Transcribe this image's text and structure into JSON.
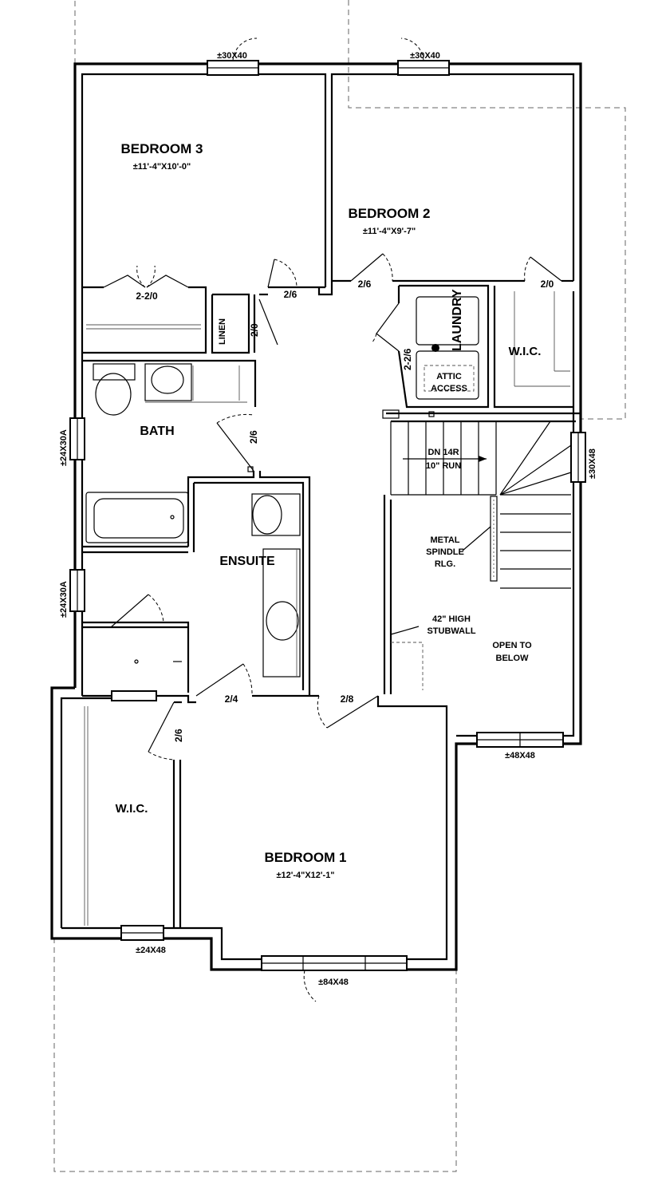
{
  "rooms": {
    "bedroom3": {
      "name": "BEDROOM 3",
      "size": "±11'-4\"X10'-0\""
    },
    "bedroom2": {
      "name": "BEDROOM 2",
      "size": "±11'-4\"X9'-7\""
    },
    "bedroom1": {
      "name": "BEDROOM 1",
      "size": "±12'-4\"X12'-1\""
    },
    "bath": {
      "name": "BATH"
    },
    "ensuite": {
      "name": "ENSUITE"
    },
    "laundry": {
      "name": "LAUNDRY"
    },
    "wic_upper": {
      "name": "W.I.C."
    },
    "wic_lower": {
      "name": "W.I.C."
    },
    "linen": {
      "name": "LINEN"
    }
  },
  "windows": {
    "w_top_left": "±30X40",
    "w_top_right": "±30X40",
    "w_left_bath": "±24X30A",
    "w_left_ensuite": "±24X30A",
    "w_right_stair": "±30X48",
    "w_right_lower": "±48X48",
    "w_bottom_wic": "±24X48",
    "w_bottom_bed1": "±84X48"
  },
  "doors": {
    "d_closet_b3": "2-2/0",
    "d_b3": "2/6",
    "d_linen": "2/0",
    "d_b2": "2/6",
    "d_wic_upper": "2/0",
    "d_laundry": "2-2/6",
    "d_bath": "2/6",
    "d_ensuite": "2/4",
    "d_bed1": "2/8",
    "d_wic_lower": "2/6"
  },
  "notes": {
    "attic_1": "ATTIC",
    "attic_2": "ACCESS",
    "stair_1": "DN 14R",
    "stair_2": "10\" RUN",
    "railing_1": "METAL",
    "railing_2": "SPINDLE",
    "railing_3": "RLG.",
    "stubwall_1": "42\" HIGH",
    "stubwall_2": "STUBWALL",
    "open_1": "OPEN TO",
    "open_2": "BELOW"
  }
}
